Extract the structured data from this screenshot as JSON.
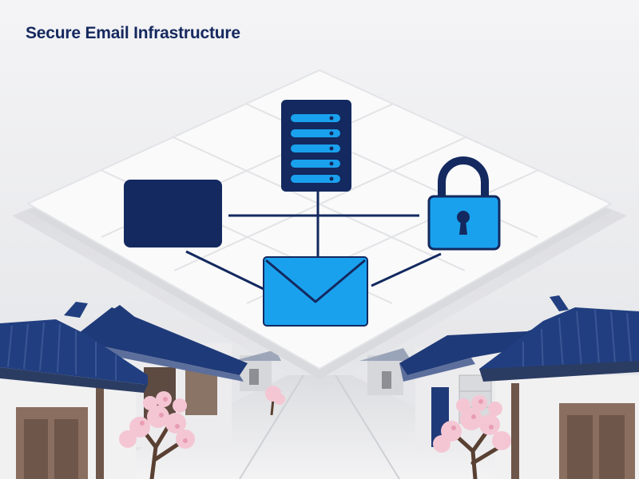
{
  "header": {
    "title": "Secure Email Infrastructure"
  },
  "colors": {
    "navy": "#13295f",
    "accent_blue": "#1aa1ee",
    "platform": "#fafafa",
    "background": "#ececee",
    "blossom": "#f4c6d3",
    "wood": "#6e564a"
  },
  "diagram": {
    "nodes": [
      {
        "name": "server",
        "icon": "server-icon"
      },
      {
        "name": "monitor",
        "icon": "monitor-icon"
      },
      {
        "name": "lock",
        "icon": "padlock-icon"
      },
      {
        "name": "email",
        "icon": "envelope-icon"
      }
    ],
    "edges": [
      [
        "server",
        "email"
      ],
      [
        "monitor",
        "lock"
      ],
      [
        "monitor",
        "email"
      ],
      [
        "lock",
        "email"
      ]
    ]
  },
  "scene": {
    "background": "traditional hanok village street with cherry blossom trees"
  }
}
